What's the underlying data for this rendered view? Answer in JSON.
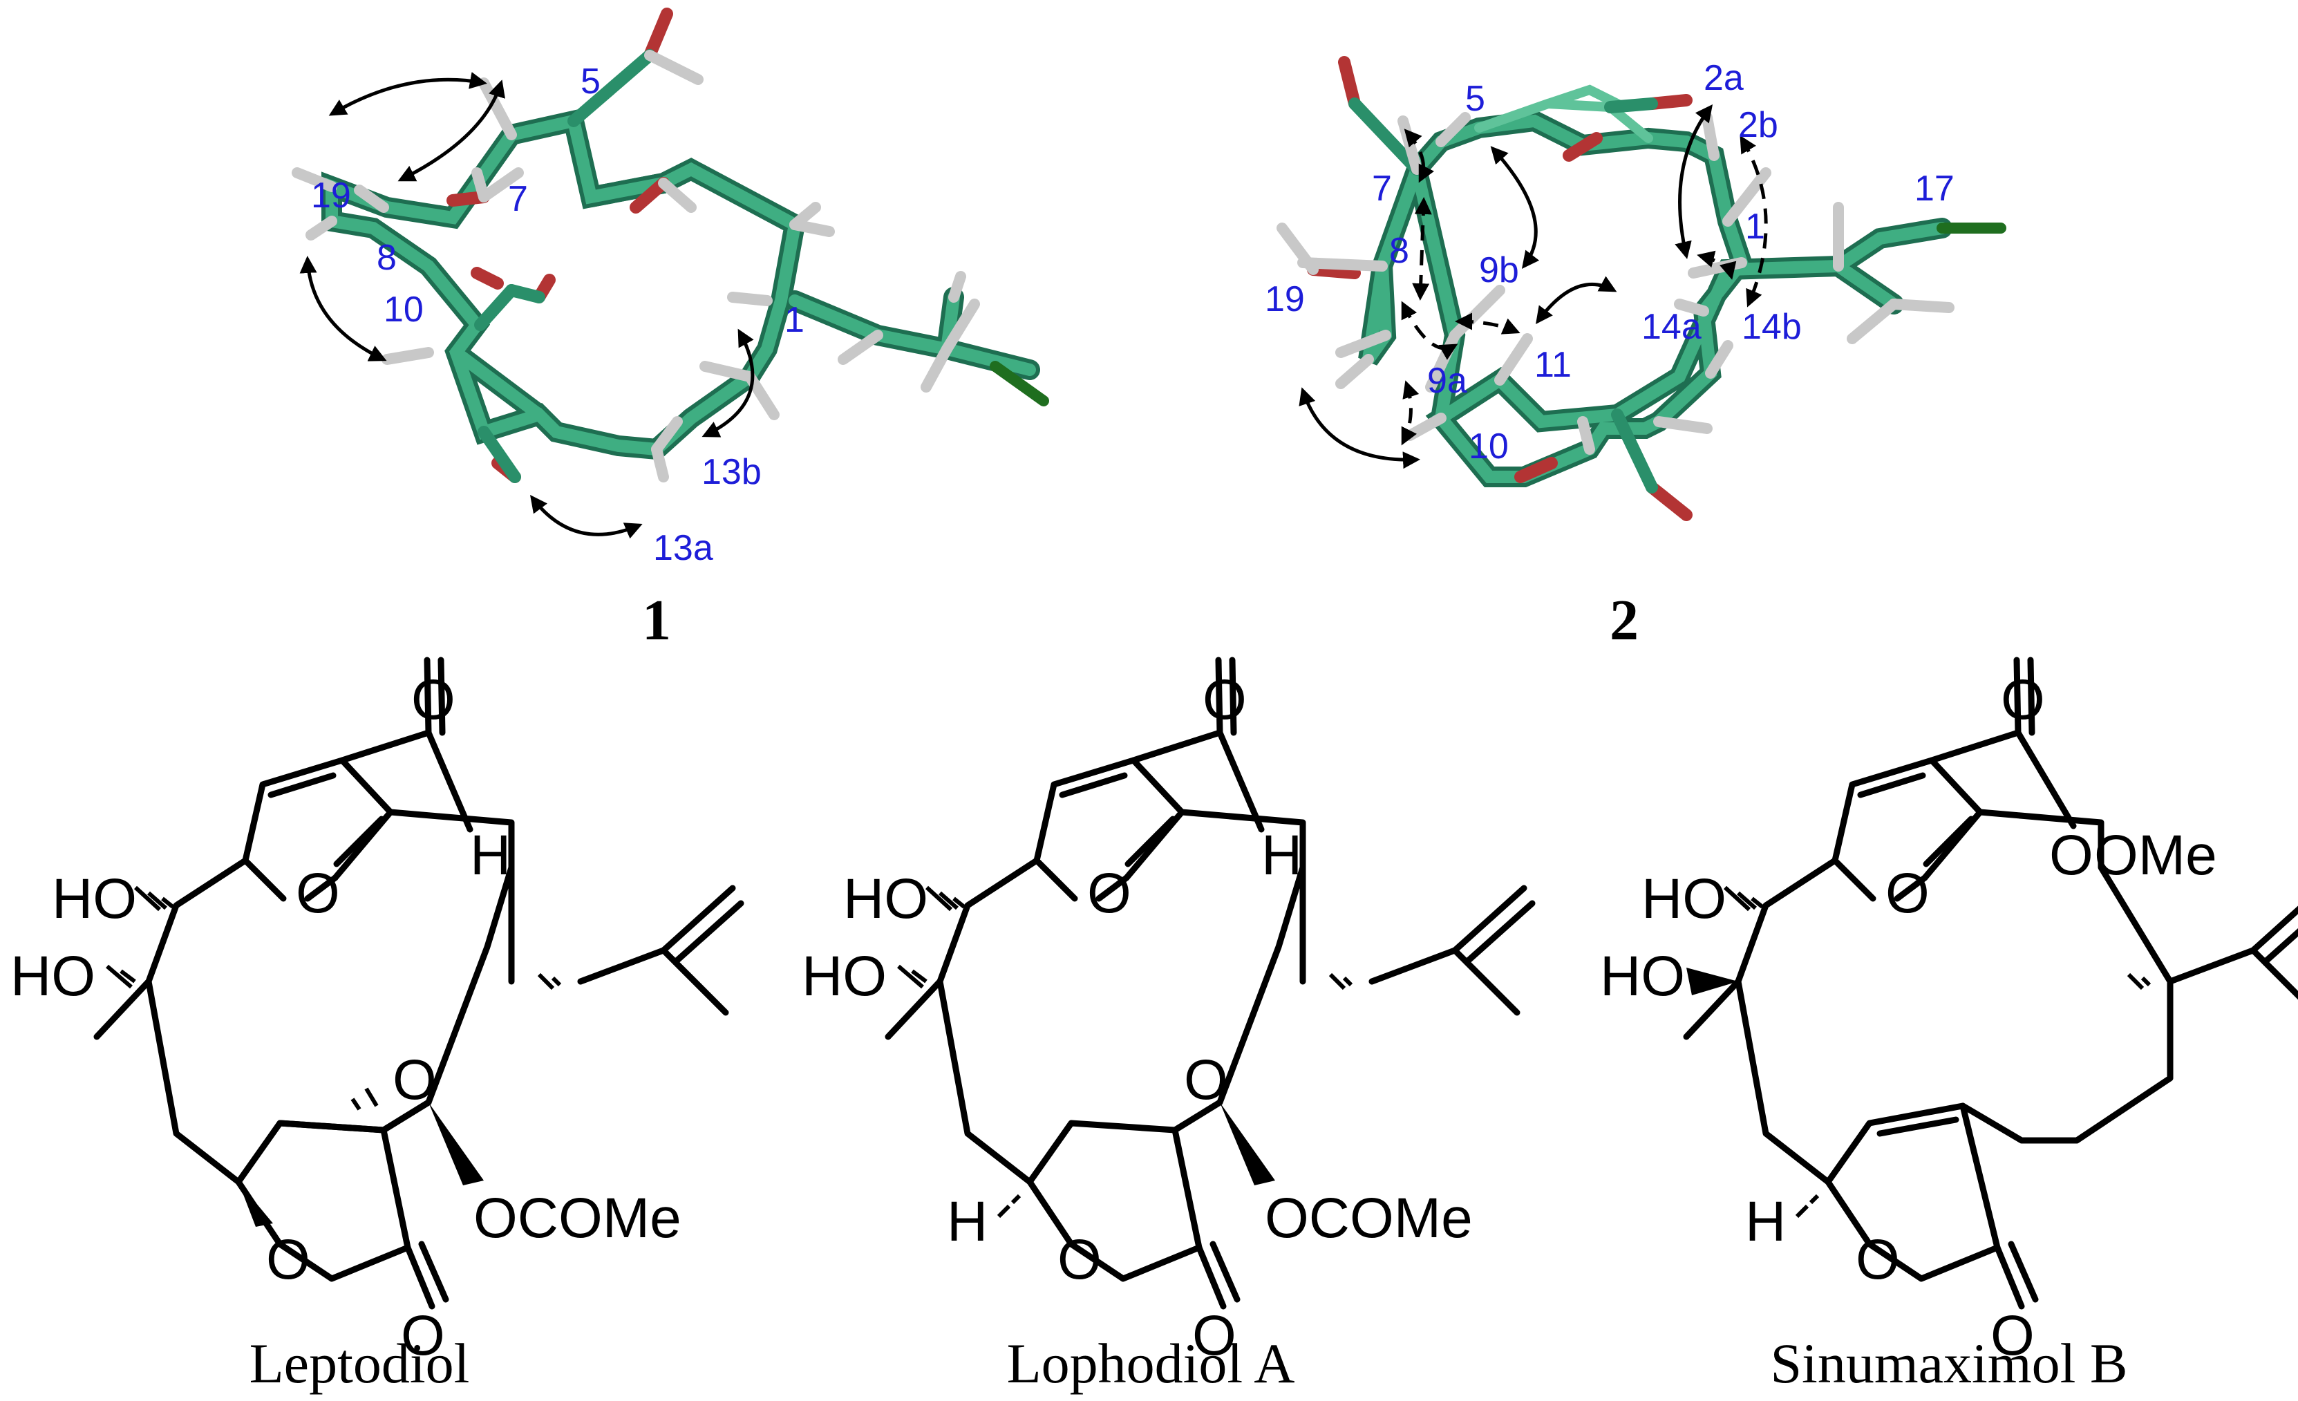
{
  "colors": {
    "carbon": "#2a8f6a",
    "carbon_light": "#5fc39a",
    "oxygen": "#b33434",
    "hydrogen": "#c8c8c8",
    "chlorine": "#1f6e1f",
    "label": "#1d1dd8",
    "bond": "#000000"
  },
  "models": [
    {
      "id": "1",
      "labels": [
        "5",
        "7",
        "19",
        "8",
        "10",
        "1",
        "13b",
        "13a"
      ]
    },
    {
      "id": "2",
      "labels": [
        "5",
        "2a",
        "2b",
        "7",
        "17",
        "9b",
        "8",
        "1",
        "19",
        "14a",
        "14b",
        "9a",
        "11",
        "10"
      ]
    }
  ],
  "structures": [
    {
      "name": "Leptodiol",
      "atoms": [
        "O",
        "H",
        "HO",
        "O",
        "HO",
        "O",
        "O",
        "O",
        "OCOMe"
      ]
    },
    {
      "name": "Lophodiol A",
      "atoms": [
        "O",
        "H",
        "HO",
        "O",
        "HO",
        "O",
        "H",
        "O",
        "O",
        "OCOMe"
      ]
    },
    {
      "name": "Sinumaximol B",
      "atoms": [
        "O",
        "O",
        "OMe",
        "HO",
        "O",
        "HO",
        "H",
        "O",
        "O"
      ]
    }
  ]
}
